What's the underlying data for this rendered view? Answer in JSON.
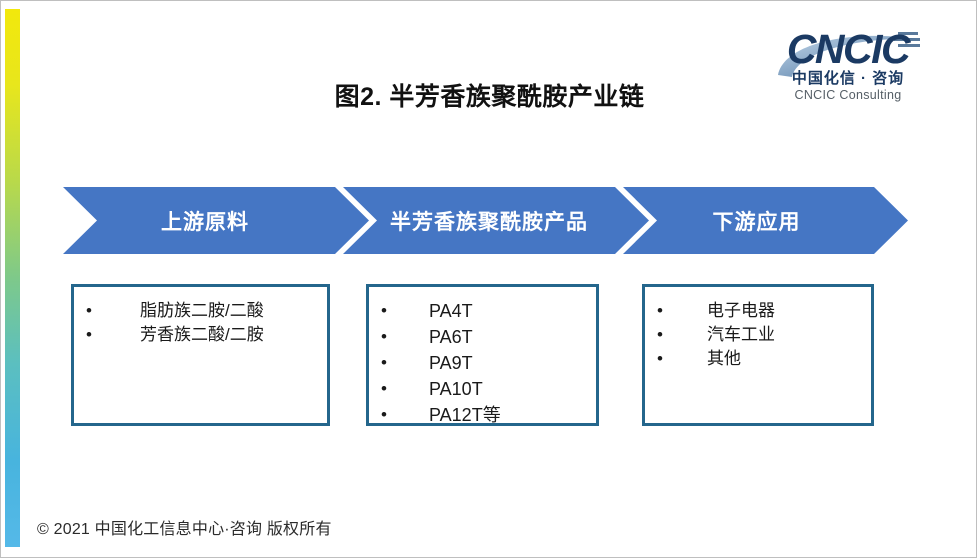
{
  "slide": {
    "title": "图2. 半芳香族聚酰胺产业链",
    "footer": "© 2021 中国化工信息中心·咨询 版权所有"
  },
  "logo": {
    "wordmark": "CNCIC",
    "chinese": "中国化信 · 咨询",
    "english": "CNCIC Consulting",
    "color": "#1b3a63"
  },
  "colors": {
    "chevron_blue": "#4576c4",
    "box_border": "#24668c",
    "accent_top": "#f2e80c",
    "accent_bottom": "#55b9e8",
    "page_border": "#bfbfbf"
  },
  "chain": {
    "stages": [
      {
        "label": "上游原料",
        "items": [
          "脂肪族二胺/二酸",
          "芳香族二酸/二胺"
        ]
      },
      {
        "label": "半芳香族聚酰胺产品",
        "items": [
          "PA4T",
          "PA6T",
          "PA9T",
          "PA10T",
          "PA12T等"
        ]
      },
      {
        "label": "下游应用",
        "items": [
          "电子电器",
          "汽车工业",
          "其他"
        ]
      }
    ],
    "bullet_glyph": "•"
  }
}
